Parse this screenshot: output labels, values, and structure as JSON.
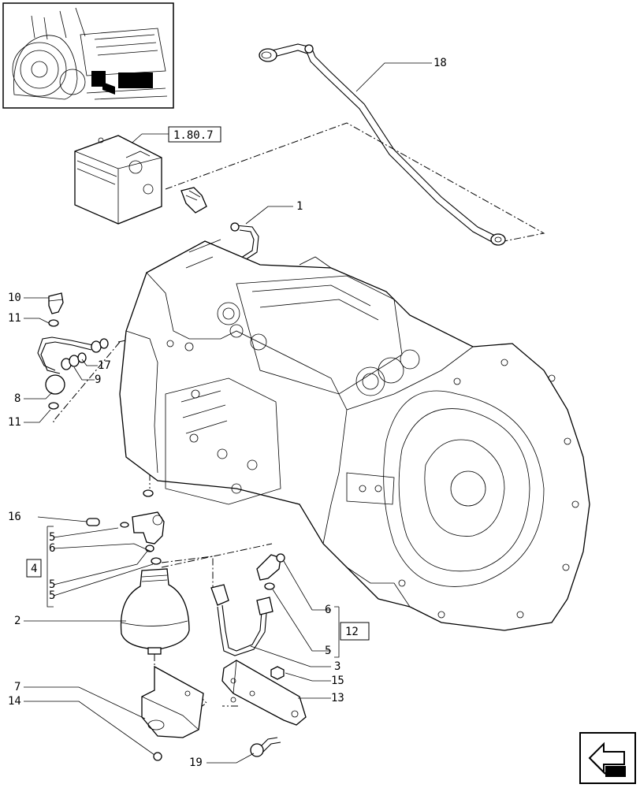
{
  "callouts": {
    "c1": "1",
    "c2": "2",
    "c3": "3",
    "c4": "4",
    "c5a": "5",
    "c5b": "5",
    "c5c": "5",
    "c5d": "5",
    "c6a": "6",
    "c6b": "6",
    "c7": "7",
    "c8": "8",
    "c9": "9",
    "c10": "10",
    "c11a": "11",
    "c11b": "11",
    "c12": "12",
    "c13": "13",
    "c14": "14",
    "c15": "15",
    "c16": "16",
    "c17": "17",
    "c18": "18",
    "c19": "19"
  },
  "refs": {
    "ref_1807": "1.80.7"
  },
  "icons": {
    "thumbnail": "tractor-thumbnail-icon",
    "nav": "navigation-arrow-icon"
  }
}
